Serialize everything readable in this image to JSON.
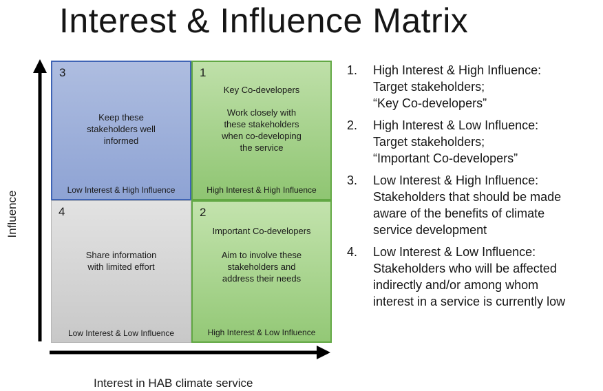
{
  "title": "Interest & Influence  Matrix",
  "axes": {
    "x_label": "Interest in HAB climate service",
    "y_label": "Influence"
  },
  "quadrants": {
    "q3": {
      "number": "3",
      "text": "Keep these\nstakeholders well\ninformed",
      "corner": "Low Interest &  High Influence",
      "color": "#8ea3d4"
    },
    "q1": {
      "number": "1",
      "heading": "Key Co-developers",
      "text": "Work closely with\nthese stakeholders\nwhen co-developing\nthe service",
      "corner": "High Interest  & High Influence",
      "color": "#8fc572"
    },
    "q4": {
      "number": "4",
      "text": "Share information\nwith limited effort",
      "corner": "Low Interest & Low  Influence",
      "color": "#c8c8c8"
    },
    "q2": {
      "number": "2",
      "heading": "Important Co-developers",
      "text": "Aim to involve these\nstakeholders and\naddress their needs",
      "corner": "High Interest &  Low Influence",
      "color": "#93c876"
    }
  },
  "legend": [
    {
      "number": "1.",
      "text": "High Interest &  High Influence:\nTarget stakeholders;\n“Key Co-developers”"
    },
    {
      "number": "2.",
      "text": "High Interest &  Low Influence:\nTarget stakeholders;\n“Important Co-developers”"
    },
    {
      "number": "3.",
      "text": "Low Interest &  High Influence:\nStakeholders that should be made\naware of the benefits of climate\nservice development"
    },
    {
      "number": "4.",
      "text": "Low Interest &  Low Influence:\nStakeholders who will be affected\nindirectly and/or among whom\ninterest in a service is currently low"
    }
  ]
}
